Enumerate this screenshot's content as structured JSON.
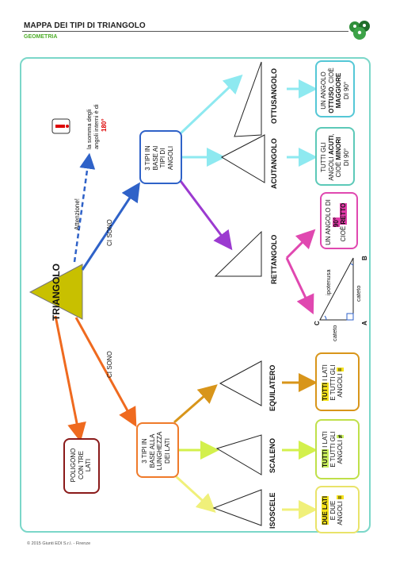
{
  "header": {
    "title": "MAPPA DEI TIPI DI TRIANGOLO",
    "subject": "GEOMETRIA"
  },
  "footer": {
    "copyright": "© 2015 Giunti EDI S.r.l. - Firenze"
  },
  "colors": {
    "frame": "#7bd7c9",
    "triangle_fill": "#c8c000",
    "arrow_orange": "#ef6a1f",
    "arrow_blue": "#2f62c8",
    "arrow_purple": "#9b3ad0",
    "arrow_pink": "#e048b0",
    "arrow_cyan": "#8ee9f0",
    "arrow_gold": "#d8951a",
    "arrow_lime": "#d3f04c",
    "arrow_yellow": "#f0f07a",
    "box_red": "#8a1a1a",
    "box_orange": "#ef7a2a",
    "box_blue": "#2f62c8",
    "box_cyan": "#54c7d6",
    "box_teal": "#5cc9b8",
    "box_pink": "#e048b0",
    "box_gold": "#d8951a",
    "box_lime": "#bfe04a",
    "box_yellow": "#e9e36a"
  },
  "icons": {
    "warning": "exclamation-icon",
    "logo": "cartoon-characters-logo"
  },
  "root": {
    "label": "TRIANGOLO"
  },
  "links": {
    "attention": "Attenzione!",
    "ci_sono_top": "CI SONO",
    "ci_sono_bottom": "CI SONO"
  },
  "note": {
    "line1": "la somma degli",
    "line2": "angoli interni è di",
    "value": "180°"
  },
  "definition": {
    "l1": "POLIGONO",
    "l2": "CON TRE",
    "l3": "LATI"
  },
  "angles_group": {
    "l1": "3 TIPI IN",
    "l2": "BASE AI",
    "l3": "TIPI DI",
    "l4": "ANGOLI"
  },
  "sides_group": {
    "l1": "3 TIPI IN",
    "l2": "BASE ALLA",
    "l3": "LUNGHEZZA",
    "l4": "DEI LATI"
  },
  "types": {
    "ottusangolo": {
      "name": "OTTUSANGOLO",
      "l1": "UN ANGOLO",
      "l2a": "OTTUSO",
      "l2b": ", CIOÈ",
      "l3": "MAGGIORE",
      "l4": "DI 90°"
    },
    "acutangolo": {
      "name": "ACUTANGOLO",
      "l1": "TUTTI GLI",
      "l2a": "ANGOLI ",
      "l2b": "ACUTI",
      "l2c": ",",
      "l3a": "CIOÈ ",
      "l3b": "MINORI",
      "l4": "DI 90°"
    },
    "rettangolo": {
      "name": "RETTANGOLO",
      "l1": "UN ANGOLO DI",
      "l2": "90°",
      "l3a": "CIOÈ ",
      "l3b": "RETTO"
    },
    "equilatero": {
      "name": "EQUILATERO",
      "l1a": "TUTTI",
      "l1b": " I LATI",
      "l2": "E TUTTI GLI",
      "l3": "ANGOLI",
      "sym": "="
    },
    "scaleno": {
      "name": "SCALENO",
      "l1a": "TUTTI",
      "l1b": " I LATI",
      "l2": "E TUTTI GLI",
      "l3": "ANGOLI",
      "sym": "≠"
    },
    "isoscele": {
      "name": "ISOSCELE",
      "l1a": "DUE LATI",
      "l2": "E DUE",
      "l3": "ANGOLI",
      "sym": "="
    }
  },
  "right_triangle": {
    "hyp": "ipotenusa",
    "leg1": "cateto",
    "leg2": "cateto",
    "A": "A",
    "B": "B",
    "C": "C"
  }
}
